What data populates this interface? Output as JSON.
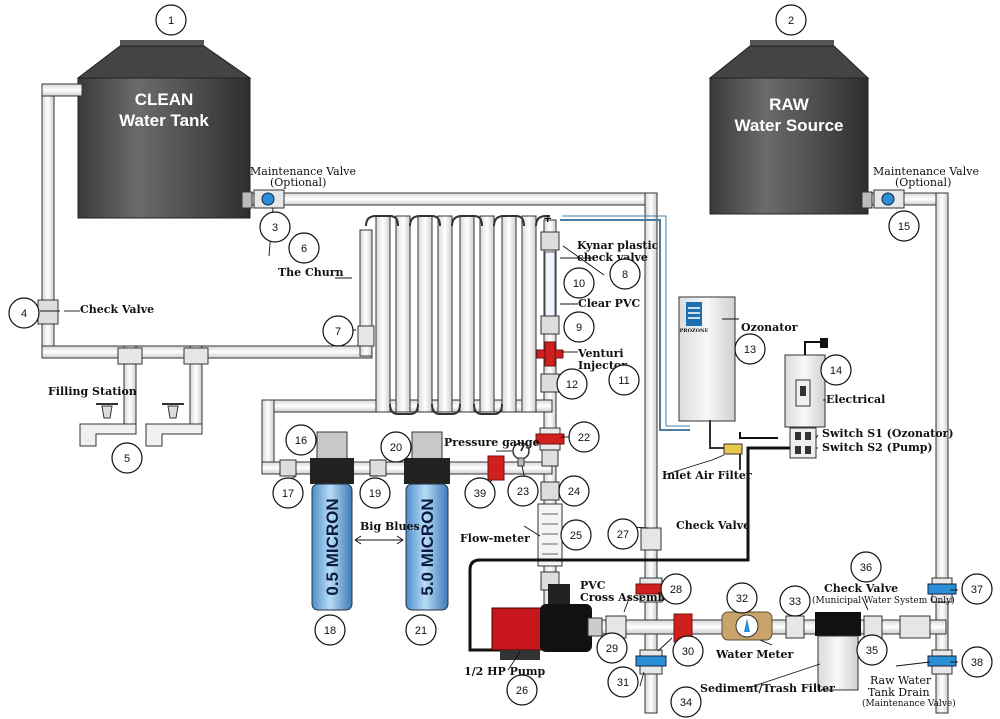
{
  "tanks": {
    "clean_line1": "CLEAN",
    "clean_line2": "Water Tank",
    "raw_line1": "RAW",
    "raw_line2": "Water Source"
  },
  "filters": {
    "left": "0.5 MICRON",
    "right": "5.0 MICRON"
  },
  "labels": {
    "maint_left_1": "Maintenance Valve",
    "maint_left_2": "(Optional)",
    "maint_right_1": "Maintenance Valve",
    "maint_right_2": "(Optional)",
    "churn": "The Churn",
    "check_valve_4": "Check Valve",
    "filling_station": "Filling Station",
    "kynar_1": "Kynar plastic",
    "kynar_2": "check valve",
    "clear_pvc": "Clear PVC",
    "venturi_1": "Venturi",
    "venturi_2": "Injector",
    "ozonator": "Ozonator",
    "electrical": "Electrical",
    "switch1": "Switch S1 (Ozonator)",
    "switch2": "Switch S2 (Pump)",
    "inlet_air": "Inlet Air Filter",
    "pressure_gauge": "Pressure gauge",
    "big_blues": "Big Blues",
    "flow_meter": "Flow-meter",
    "check_valve_27": "Check Valve",
    "pvc_cross_1": "PVC",
    "pvc_cross_2": "Cross Assembly",
    "water_meter": "Water Meter",
    "pump": "1/2 HP Pump",
    "sediment": "Sediment/Trash Filter",
    "check_valve_36": "Check Valve",
    "municipal": "(Municipal Water System Only)",
    "raw_drain_1": "Raw Water",
    "raw_drain_2": "Tank Drain",
    "raw_drain_3": "(Maintenance Valve)",
    "ozonator_brand": "PROZONE"
  },
  "callouts": [
    "1",
    "2",
    "3",
    "4",
    "5",
    "6",
    "7",
    "8",
    "9",
    "10",
    "11",
    "12",
    "13",
    "14",
    "15",
    "16",
    "17",
    "18",
    "19",
    "20",
    "21",
    "22",
    "23",
    "24",
    "25",
    "26",
    "27",
    "28",
    "29",
    "30",
    "31",
    "32",
    "33",
    "34",
    "35",
    "36",
    "37",
    "38",
    "39"
  ],
  "colors": {
    "tank": "#4a4a4a",
    "filter_blue": "#6aa6d8",
    "valve_red": "#d01f1f",
    "valve_blue": "#2a8fd6",
    "pump_red": "#c8161d"
  }
}
